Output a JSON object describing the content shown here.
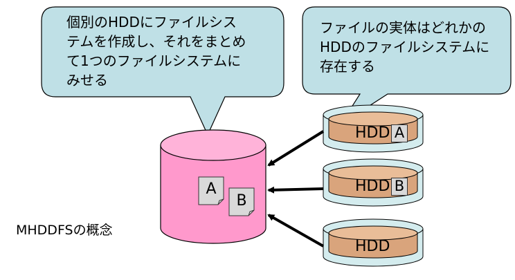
{
  "bubble_left": {
    "lines": [
      "個別のHDDにファイルシス",
      "テムを作成し、それをまとめ",
      "て1つのファイルシステムに",
      "みせる"
    ]
  },
  "bubble_right": {
    "lines": [
      "ファイルの実体はどれかの",
      "HDDのファイルシステムに",
      "存在する"
    ]
  },
  "disks": [
    {
      "label": "HDD",
      "file": "A"
    },
    {
      "label": "HDD",
      "file": "B"
    },
    {
      "label": "HDD",
      "file": ""
    }
  ],
  "merged_volume": {
    "files": [
      "A",
      "B"
    ]
  },
  "caption": "MHDDFSの概念",
  "colors": {
    "bubble_fill": "#bfe0e6",
    "bubble_stroke": "#000000",
    "cylinder_fill": "#ff99cc",
    "cylinder_top": "#ffb3d9",
    "disk_outer_fill": "#d4ecee",
    "disk_inner_fill": "#d9a47c",
    "disk_inner_top": "#e9bd98",
    "file_fill": "#d9d9d9",
    "arrow": "#000000"
  }
}
